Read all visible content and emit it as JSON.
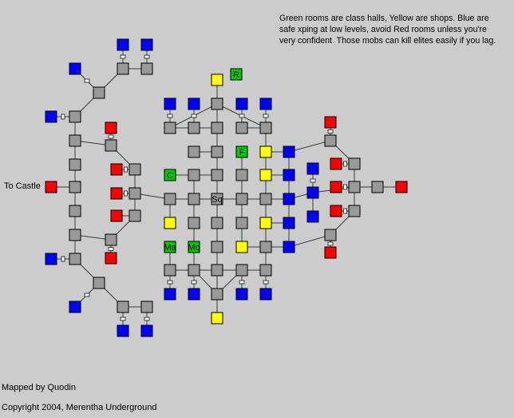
{
  "legend": {
    "lines": [
      "Green rooms are class halls, Yellow are shops.  Blue are",
      "safe xping at low levels, avoid Red rooms unless you're",
      "very confident.  Those mobs can kill elites easily if you lag."
    ]
  },
  "to_castle_label": "To Castle",
  "mapped_by": "Mapped by Quodin",
  "copyright": "Copyright 2004, Merentha Underground",
  "colors": {
    "background": "#cccccc",
    "normal": "#999999",
    "class_hall": "#00cc00",
    "shop": "#ffff00",
    "safe": "#0000ff",
    "danger": "#ff0000"
  },
  "room_labels": {
    "R": "R",
    "F": "F",
    "C": "C",
    "Sq": "Sq",
    "Ma": "Ma",
    "Mo": "Mo"
  }
}
